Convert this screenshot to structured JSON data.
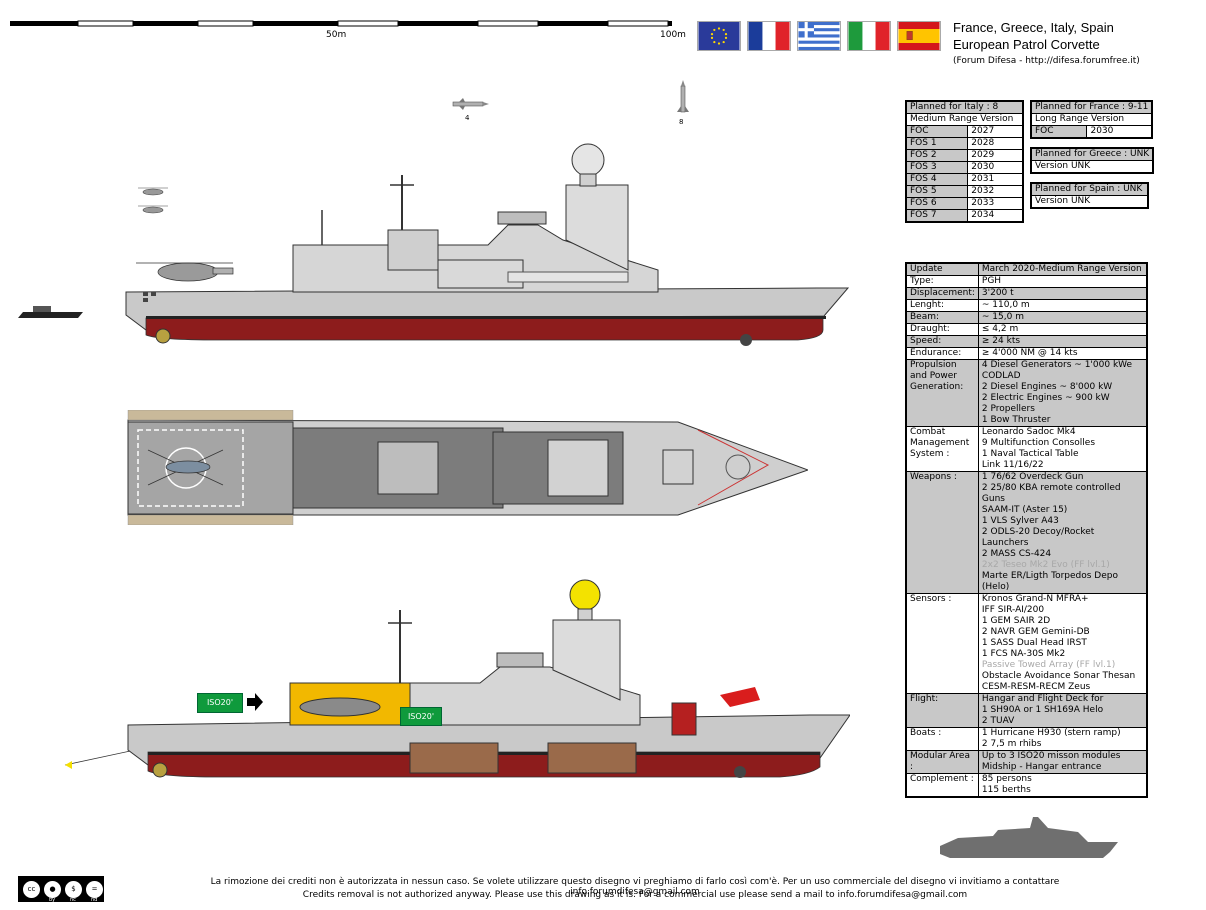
{
  "scale_bar": {
    "mid_label": "50m",
    "end_label": "100m"
  },
  "header": {
    "countries": "France, Greece, Italy, Spain",
    "title": "European Patrol Corvette",
    "credit": "(Forum Difesa - http://difesa.forumfree.it)"
  },
  "flags": [
    "eu-flag",
    "france-flag",
    "greece-flag",
    "italy-flag",
    "spain-flag"
  ],
  "missiles": {
    "count_a": "4",
    "count_b": "8"
  },
  "modules": {
    "label": "ISO20'"
  },
  "italy_table": {
    "title": "Planned for Italy : 8",
    "version": "Medium Range Version",
    "rows": [
      [
        "FOC",
        "2027"
      ],
      [
        "FOS 1",
        "2028"
      ],
      [
        "FOS 2",
        "2029"
      ],
      [
        "FOS 3",
        "2030"
      ],
      [
        "FOS 4",
        "2031"
      ],
      [
        "FOS 5",
        "2032"
      ],
      [
        "FOS 6",
        "2033"
      ],
      [
        "FOS 7",
        "2034"
      ]
    ]
  },
  "france_table": {
    "title": "Planned for France : 9-11",
    "version": "Long Range Version",
    "row": [
      "FOC",
      "2030"
    ]
  },
  "greece_table": {
    "title": "Planned for Greece : UNK",
    "version": "Version UNK"
  },
  "spain_table": {
    "title": "Planned for Spain : UNK",
    "version": "Version UNK"
  },
  "specs": [
    {
      "key": "Update",
      "lines": [
        "March 2020-Medium Range Version"
      ],
      "bg": "gray"
    },
    {
      "key": "Type:",
      "lines": [
        "PGH"
      ],
      "bg": "white"
    },
    {
      "key": "Displacement:",
      "lines": [
        "3'200 t"
      ],
      "bg": "gray"
    },
    {
      "key": "Lenght:",
      "lines": [
        "~ 110,0 m"
      ],
      "bg": "white"
    },
    {
      "key": "Beam:",
      "lines": [
        "~ 15,0 m"
      ],
      "bg": "gray"
    },
    {
      "key": "Draught:",
      "lines": [
        "≤ 4,2 m"
      ],
      "bg": "white"
    },
    {
      "key": "Speed:",
      "lines": [
        "≥ 24 kts"
      ],
      "bg": "gray"
    },
    {
      "key": "Endurance:",
      "lines": [
        "≥ 4'000 NM @ 14 kts"
      ],
      "bg": "white"
    },
    {
      "key": "Propulsion and Power Generation:",
      "lines": [
        "4 Diesel Generators ~ 1'000 kWe",
        "CODLAD",
        "2 Diesel Engines ~ 8'000 kW",
        "2 Electric Engines ~ 900 kW",
        "2 Propellers",
        "1 Bow Thruster"
      ],
      "bg": "gray"
    },
    {
      "key": "Combat Management System :",
      "lines": [
        "Leonardo Sadoc Mk4",
        "9 Multifunction Consolles",
        "1 Naval Tactical Table",
        "Link 11/16/22"
      ],
      "bg": "white"
    },
    {
      "key": "Weapons :",
      "lines": [
        "1 76/62 Overdeck Gun",
        "2 25/80 KBA remote controlled Guns",
        "SAAM-IT  (Aster 15)",
        "1 VLS Sylver A43",
        "2 ODLS-20 Decoy/Rocket Launchers",
        "2 MASS CS-424",
        "2x2 Teseo Mk2 Evo (FF lvl.1)",
        "Marte ER/Ligth Torpedos Depo (Helo)"
      ],
      "faded": [
        6
      ],
      "bg": "gray"
    },
    {
      "key": "Sensors :",
      "lines": [
        "Kronos Grand-N MFRA+",
        "IFF SIR-AI/200",
        "1 GEM SAIR 2D",
        "2 NAVR GEM Gemini-DB",
        "1 SASS Dual Head IRST",
        "1 FCS NA-30S Mk2",
        "Passive Towed Array (FF lvl.1)",
        "Obstacle Avoidance Sonar Thesan",
        "CESM-RESM-RECM Zeus"
      ],
      "faded": [
        6
      ],
      "bg": "white"
    },
    {
      "key": "Flight:",
      "lines": [
        "Hangar and Flight Deck for",
        "1 SH90A or 1 SH169A Helo",
        "2 TUAV"
      ],
      "bg": "gray"
    },
    {
      "key": "Boats :",
      "lines": [
        "1 Hurricane H930 (stern ramp)",
        "2 7,5 m rhibs"
      ],
      "bg": "white"
    },
    {
      "key": "Modular Area :",
      "lines": [
        "Up to 3 ISO20 misson modules",
        "Midship - Hangar entrance"
      ],
      "bg": "gray"
    },
    {
      "key": "Complement :",
      "lines": [
        "85 persons",
        "115 berths"
      ],
      "bg": "white"
    }
  ],
  "footer": {
    "italian": "La rimozione dei crediti non è autorizzata in nessun caso. Se volete utilizzare questo disegno vi preghiamo di farlo così com'è. Per un uso commerciale del disegno vi invitiamo a contattare info.forumdifesa@gmail.com",
    "english": "Credits removal is not authorized anyway. Please use this drawing as it is. For a commercial use please send a mail to info.forumdifesa@gmail.com"
  },
  "license": {
    "by": "by",
    "nc": "nc",
    "nd": "nd"
  }
}
